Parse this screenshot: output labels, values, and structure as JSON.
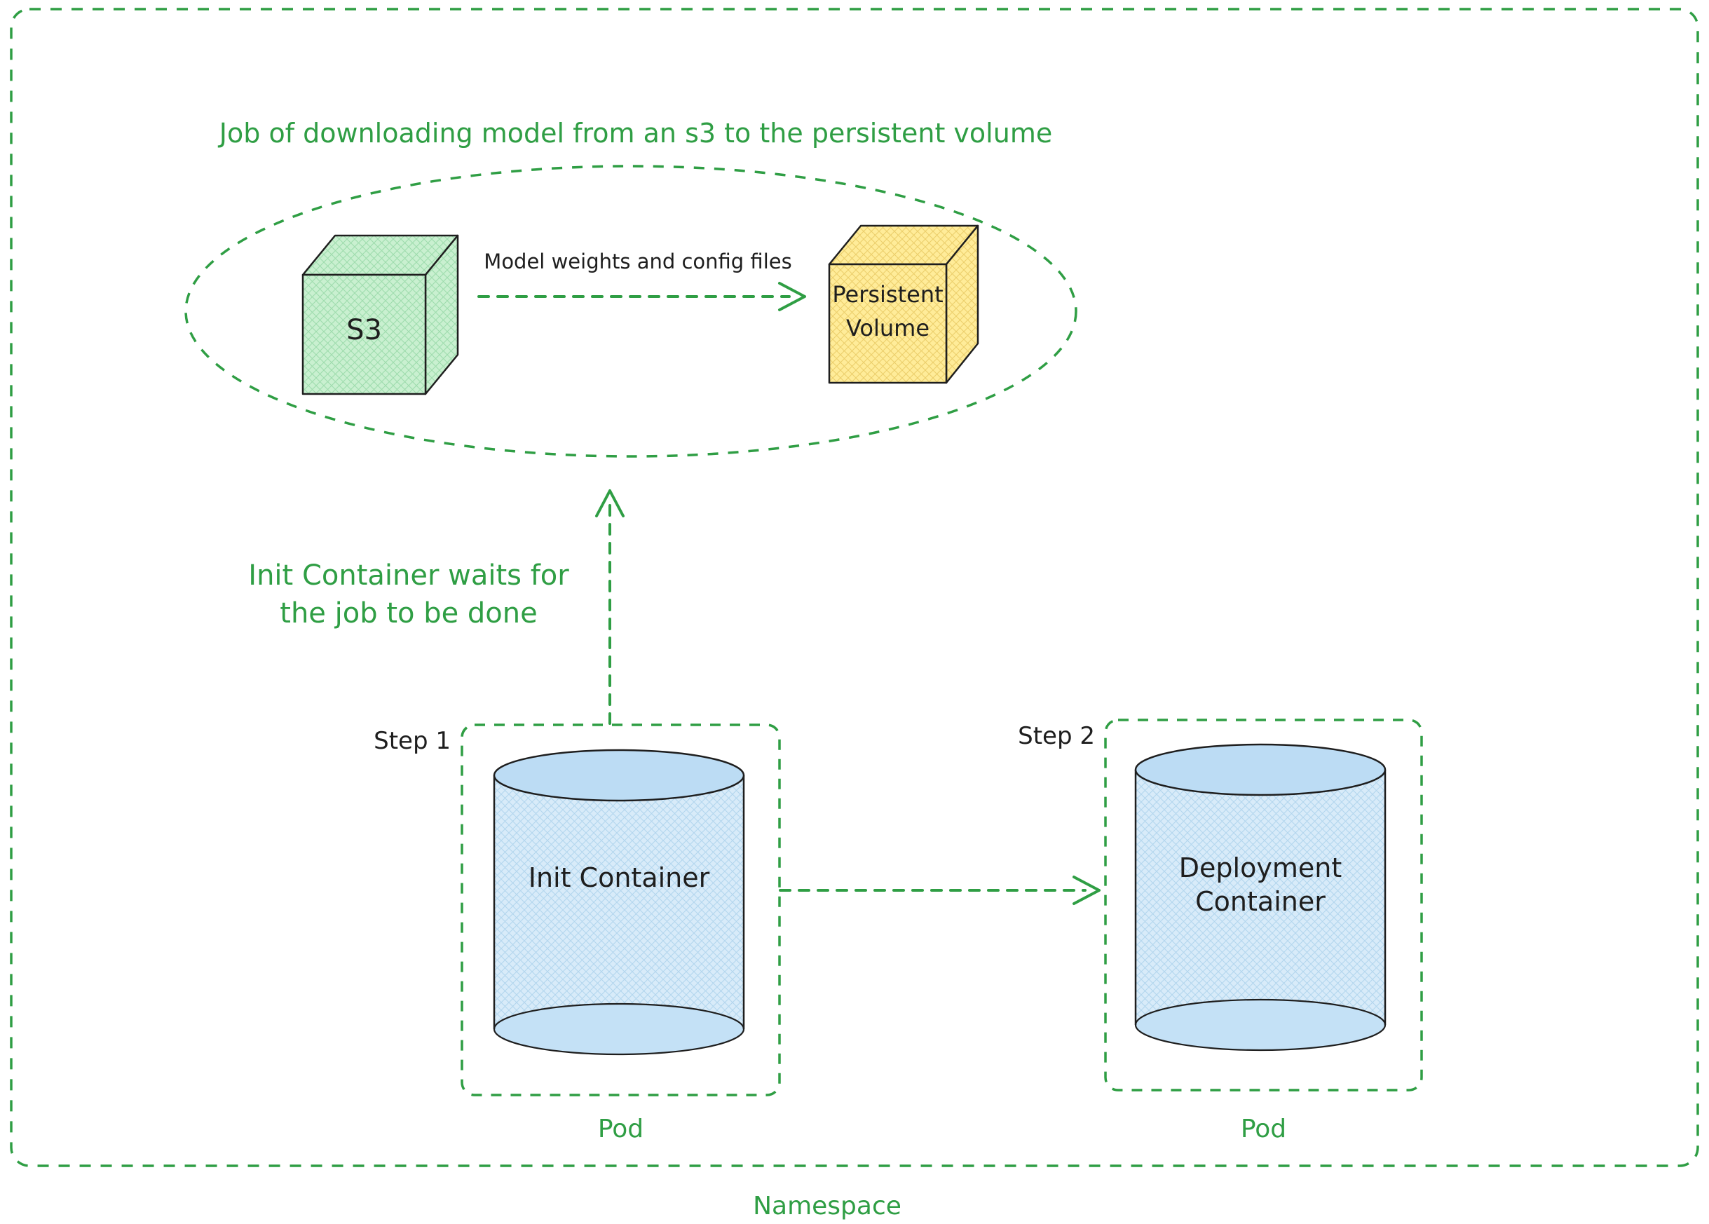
{
  "colors": {
    "accent_green": "#2f9e44",
    "ink": "#1e1e1e",
    "s3_fill": "#c9f0d0",
    "persistent_volume_fill": "#ffec99",
    "cylinder_fill": "#d8ebf9",
    "cylinder_cap_fill": "#bcdcf4"
  },
  "namespace": {
    "label": "Namespace"
  },
  "job": {
    "title": "Job of downloading model from an s3 to the persistent volume",
    "s3_label": "S3",
    "arrow_label": "Model weights and config files",
    "pv_label_lines": [
      "Persistent",
      "Volume"
    ]
  },
  "wait_note_lines": [
    "Init Container waits for",
    "the job to be done"
  ],
  "pods": [
    {
      "step_label": "Step 1",
      "container_lines": [
        "Init Container",
        ""
      ],
      "pod_label": "Pod"
    },
    {
      "step_label": "Step 2",
      "container_lines": [
        "Deployment",
        "Container"
      ],
      "pod_label": "Pod"
    }
  ]
}
